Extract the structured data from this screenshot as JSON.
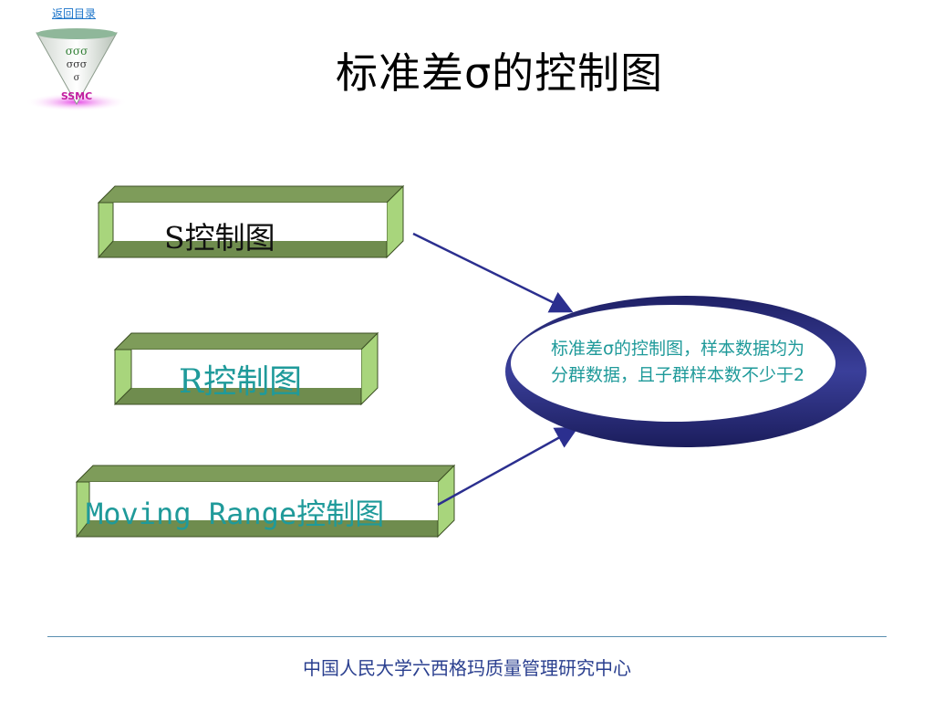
{
  "nav": {
    "back_label": "返回目录"
  },
  "logo": {
    "text": "SSMC",
    "glyphs": "σσσ"
  },
  "page": {
    "title": "标准差σ的控制图"
  },
  "boxes": [
    {
      "label": "S控制图"
    },
    {
      "label": "R控制图"
    },
    {
      "label": "Moving Range控制图"
    }
  ],
  "callout": {
    "text": "标准差σ的控制图，样本数据均为分群数据，且子群样本数不少于2"
  },
  "footer": {
    "text": "中国人民大学六西格玛质量管理研究中心"
  },
  "colors": {
    "box_face": "#a8d57c",
    "box_side": "#6f8c4e",
    "box_edge": "#3c4f24",
    "oval_ring": "#2b2f7a",
    "arrow": "#2b2f8f",
    "label_teal": "#1f9a9a"
  }
}
